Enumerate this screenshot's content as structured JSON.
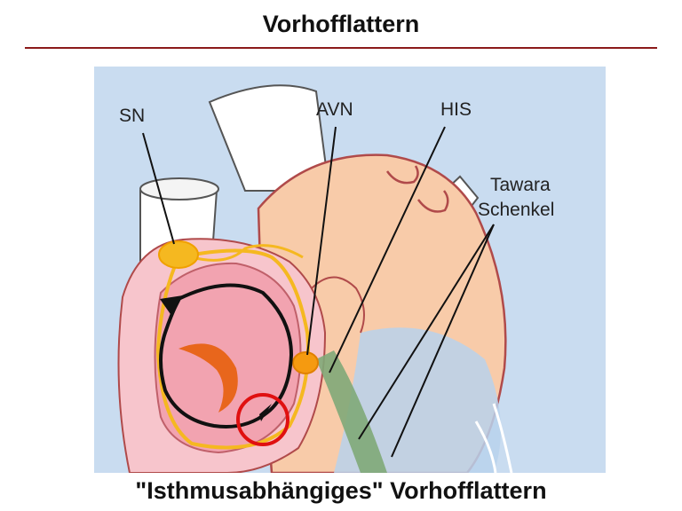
{
  "slide": {
    "title": "Vorhofflattern",
    "caption": "\"Isthmusabhängiges\" Vorhofflattern"
  },
  "diagram": {
    "labels": {
      "sn": "SN",
      "avn": "AVN",
      "his": "HIS",
      "tawara_line1": "Tawara",
      "tawara_line2": "Schenkel"
    }
  },
  "colors": {
    "title_rule": "#8b1a1a",
    "background_panel": "#c9dcf0",
    "atrium": "#f2a3b0",
    "ventricle": "#f8cba9",
    "conduction": "#f5b820",
    "bundle": "#7fa878",
    "circuit_arrow": "#111111",
    "isthmus_circle": "#e01010"
  }
}
